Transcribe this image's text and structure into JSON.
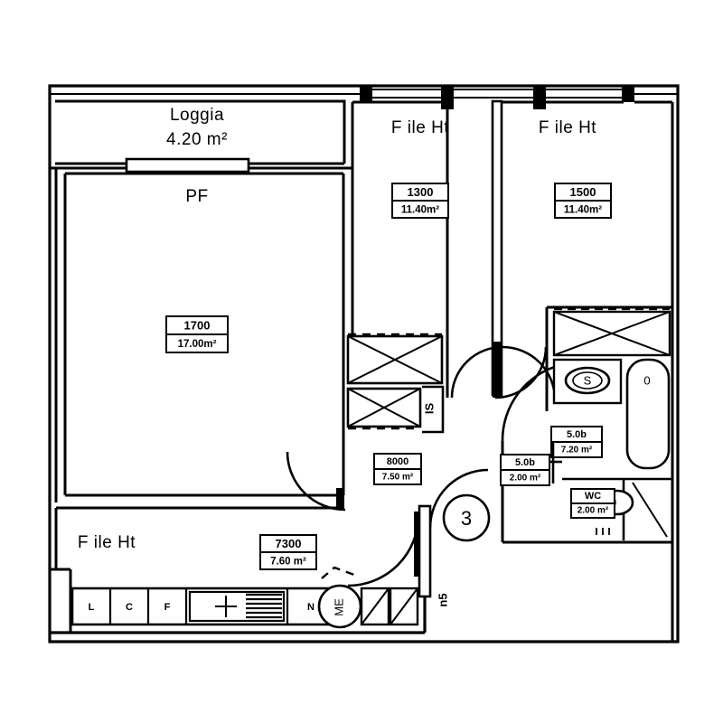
{
  "plan": {
    "marker": "3",
    "colors": {
      "ink": "#000000",
      "paper": "#ffffff"
    },
    "rooms": [
      {
        "key": "loggia",
        "name": "Loggia",
        "area_text": "4.20 m²"
      },
      {
        "key": "living",
        "name": "PF",
        "code": "1700",
        "area_text": "17.00m²"
      },
      {
        "key": "bed1",
        "name": "F ile Ht",
        "code": "1300",
        "area_text": "11.40m²"
      },
      {
        "key": "bed2",
        "name": "F ile Ht",
        "code": "1500",
        "area_text": "11.40m²"
      },
      {
        "key": "kitchen",
        "name": "F ile Ht",
        "code": "7300",
        "area_text": "7.60 m²"
      },
      {
        "key": "hall",
        "name": "",
        "code": "8000",
        "area_text": "7.50 m²"
      },
      {
        "key": "bath",
        "name": "",
        "code": "5.0b",
        "area_text": "7.20 m²"
      },
      {
        "key": "vest",
        "name": "",
        "code": "5.0b",
        "area_text": "2.00 m²"
      },
      {
        "key": "wc",
        "name": "",
        "code": "WC",
        "area_text": "2.00 m²"
      }
    ],
    "closet_label": "IS",
    "entry_label": "n5",
    "fixtures": {
      "basin": "S",
      "tub": "0",
      "meter": "ME"
    },
    "kitchen_units": [
      "L",
      "C",
      "F",
      "N"
    ]
  }
}
